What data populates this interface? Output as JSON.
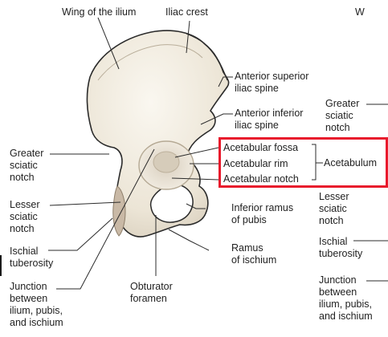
{
  "top_labels": {
    "wing": "Wing of the ilium",
    "crest": "Iliac crest",
    "cut": "W"
  },
  "left_labels": {
    "greater_sciatic": "Greater\nsciatic\nnotch",
    "lesser_sciatic": "Lesser\nsciatic\nnotch",
    "ischial_tuberosity": "Ischial\ntuberosity",
    "junction": "Junction\nbetween\nilium, pubis,\nand ischium"
  },
  "right_labels": {
    "asis": "Anterior superior\niliac spine",
    "aiis": "Anterior inferior\niliac spine",
    "inferior_ramus": "Inferior ramus\nof pubis",
    "ramus_ischium": "Ramus\nof ischium"
  },
  "bottom_labels": {
    "obturator": "Obturator\nforamen"
  },
  "acetabulum": {
    "fossa": "Acetabular fossa",
    "rim": "Acetabular rim",
    "notch": "Acetabular notch",
    "group": "Acetabulum",
    "highlight_color": "#e8192c"
  },
  "side_view_labels": {
    "greater_sciatic": "Greater\nsciatic\nnotch",
    "lesser_sciatic": "Lesser\nsciatic\nnotch",
    "ischial_tuberosity": "Ischial\ntuberosity",
    "junction": "Junction\nbetween\nilium, pubis,\nand ischium"
  },
  "colors": {
    "bone_fill": "#f1ece1",
    "bone_shade": "#d8d0c0",
    "cartilage": "#c9b9a6",
    "line": "#2b2b2b"
  }
}
